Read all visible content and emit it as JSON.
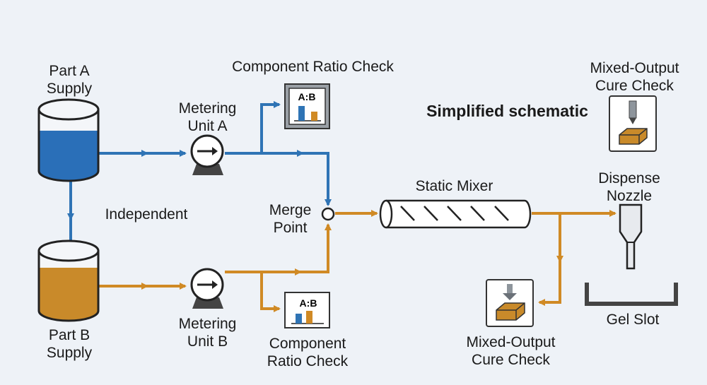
{
  "labels": {
    "part_a_supply": [
      "Part A",
      "Supply"
    ],
    "part_b_supply": [
      "Part B",
      "Supply"
    ],
    "metering_unit_a": [
      "Metering",
      "Unit A"
    ],
    "metering_unit_b": [
      "Metering",
      "Unit B"
    ],
    "component_ratio_check_top": "Component Ratio Check",
    "component_ratio_check_bottom": [
      "Component",
      "Ratio Check"
    ],
    "independent": "Independent",
    "merge_point": [
      "Merge",
      "Point"
    ],
    "static_mixer": "Static Mixer",
    "dispense_nozzle": [
      "Dispense",
      "Nozzle"
    ],
    "gel_slot": "Gel Slot",
    "mixed_output_cure_check_top": [
      "Mixed-Output",
      "Cure Check"
    ],
    "mixed_output_cure_check_bottom": [
      "Mixed-Output",
      "Cure Check"
    ],
    "schematic_note": "Simplified schematic",
    "ratio_panel_text": "A:B"
  },
  "colors": {
    "background": "#eef2f7",
    "part_a_blue": "#2f74b5",
    "part_a_fill": "#2a6fb8",
    "part_b_orange": "#d08a25",
    "part_b_fill": "#c98a2a",
    "outline": "#222222"
  },
  "icons": {
    "tank": "cylinder-tank-icon",
    "pump": "pump-icon",
    "ratio_panel": "bar-chart-panel-icon",
    "cure_check": "cure-test-block-icon",
    "mixer": "static-mixer-icon",
    "nozzle": "dispense-nozzle-icon",
    "slot": "gel-slot-icon"
  }
}
